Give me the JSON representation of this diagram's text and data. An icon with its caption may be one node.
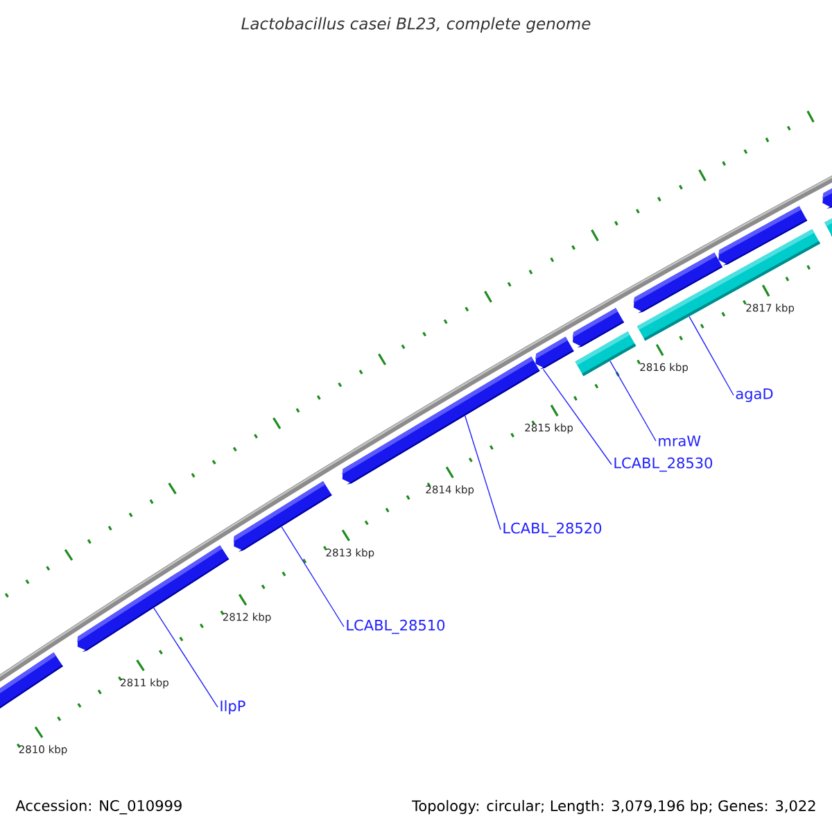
{
  "diagram": {
    "title": "Lactobacillus casei BL23, complete genome",
    "nodes": [
      {
        "text": [],
        "shape": "bar"
      },
      {
        "text": [],
        "shape": "bar"
      },
      {
        "text": [],
        "shape": "bar"
      },
      {
        "text": [],
        "shape": "bar"
      },
      {
        "text": [],
        "shape": "bar"
      },
      {
        "text": [],
        "shape": "bar"
      },
      {
        "text": [],
        "shape": "bar"
      },
      {
        "text": [],
        "shape": "bar"
      },
      {
        "text": [],
        "shape": "bar"
      },
      {
        "text": [],
        "shape": "bar"
      },
      {
        "text": [],
        "shape": "bar"
      },
      {
        "text": [],
        "shape": "bar"
      },
      {
        "text": [
          "IlpP"
        ]
      },
      {
        "text": [
          "LCABL_28510"
        ]
      },
      {
        "text": [
          "LCABL_28520"
        ]
      },
      {
        "text": [
          "LCABL_28530"
        ]
      },
      {
        "text": [
          "mraW"
        ]
      },
      {
        "text": [
          "agaD"
        ]
      }
    ],
    "edges": [
      {
        "from": 12,
        "to": 1,
        "arrow": "none"
      },
      {
        "from": 13,
        "to": 2,
        "arrow": "none"
      },
      {
        "from": 14,
        "to": 3,
        "arrow": "none"
      },
      {
        "from": 15,
        "to": 4,
        "arrow": "none"
      },
      {
        "from": 16,
        "to": 6,
        "arrow": "none"
      },
      {
        "from": 17,
        "to": 8,
        "arrow": "none"
      }
    ],
    "labels": [
      "2817 kbp",
      "2816 kbp",
      "2815 kbp",
      "2814 kbp",
      "2813 kbp",
      "2812 kbp",
      "2811 kbp",
      "2810 kbp",
      "Accession: NC_010999",
      "Topology: circular; Length: 3,079,196 bp; Genes: 3,022"
    ]
  }
}
